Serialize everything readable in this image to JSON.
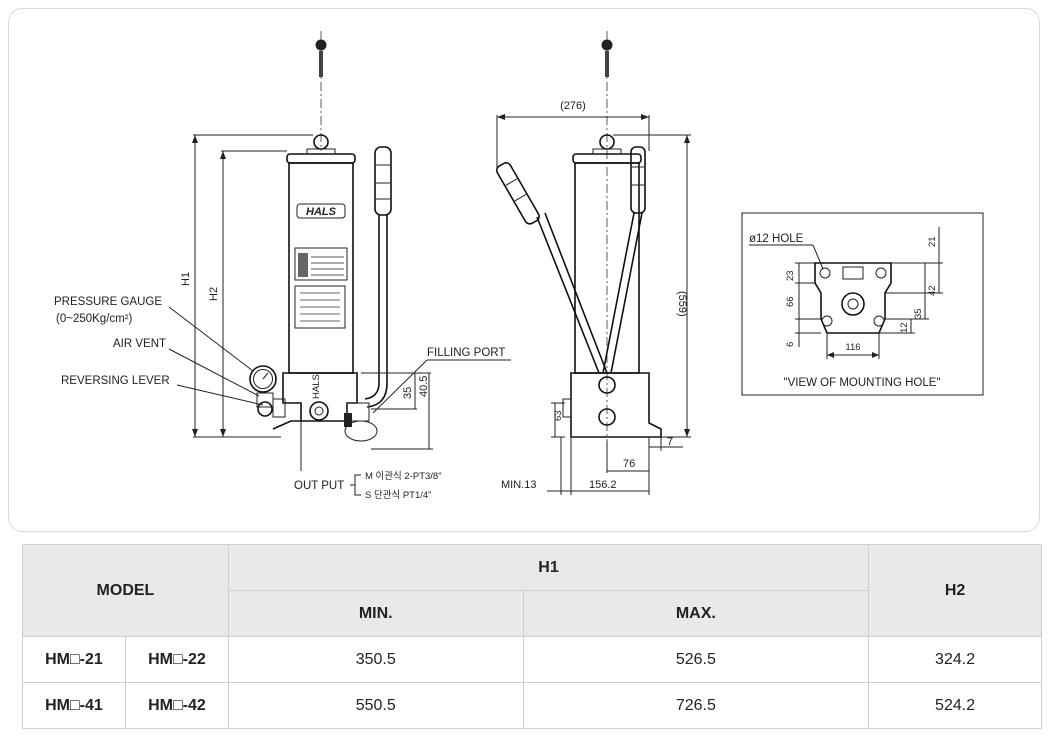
{
  "drawing": {
    "front": {
      "logo": "HALS",
      "dim_h1": "H1",
      "dim_h2": "H2",
      "dim_35": "35",
      "dim_40_5": "40.5",
      "label_pressure_gauge": "PRESSURE GAUGE",
      "label_pressure_range": "(0~250Kg/cm²)",
      "label_air_vent": "AIR VENT",
      "label_reversing_lever": "REVERSING LEVER",
      "label_filling_port": "FILLING PORT",
      "label_output": "OUT PUT",
      "output_m": "M 이관식 2-PT3/8\"",
      "output_s": "S 단관식 PT1/4\"",
      "base_brand": "HALS"
    },
    "side": {
      "dim_276": "(276)",
      "dim_559": "(559)",
      "dim_7": "7",
      "dim_76": "76",
      "dim_156_2": "156.2",
      "dim_min13": "MIN.13",
      "dim_63": "63"
    },
    "mounting": {
      "hole": "ø12 HOLE",
      "dim_21": "21",
      "dim_23": "23",
      "dim_42": "42",
      "dim_66": "66",
      "dim_35": "35",
      "dim_12": "12",
      "dim_6": "6",
      "dim_116": "116",
      "caption": "\"VIEW OF MOUNTING  HOLE\""
    }
  },
  "table": {
    "header": {
      "model": "MODEL",
      "h1": "H1",
      "min": "MIN.",
      "max": "MAX.",
      "h2": "H2"
    },
    "rows": [
      {
        "model_a": "HM□-21",
        "model_b": "HM□-22",
        "min": "350.5",
        "max": "526.5",
        "h2": "324.2"
      },
      {
        "model_a": "HM□-41",
        "model_b": "HM□-42",
        "min": "550.5",
        "max": "726.5",
        "h2": "524.2"
      }
    ]
  }
}
